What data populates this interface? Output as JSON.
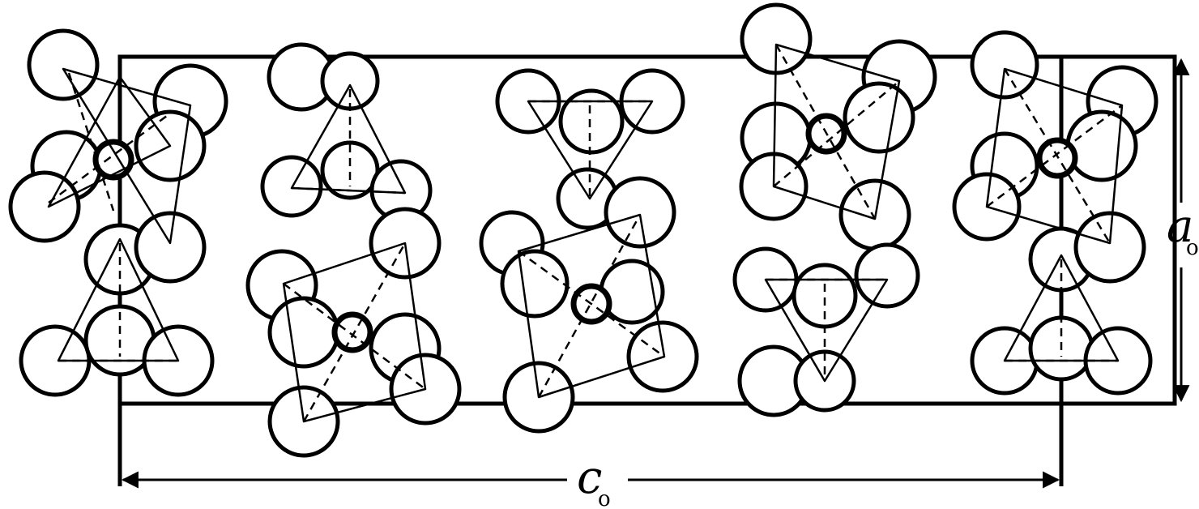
{
  "labels": {
    "c_axis": "c",
    "c_axis_sub": "o",
    "a_axis": "a",
    "a_axis_sub": "o"
  }
}
